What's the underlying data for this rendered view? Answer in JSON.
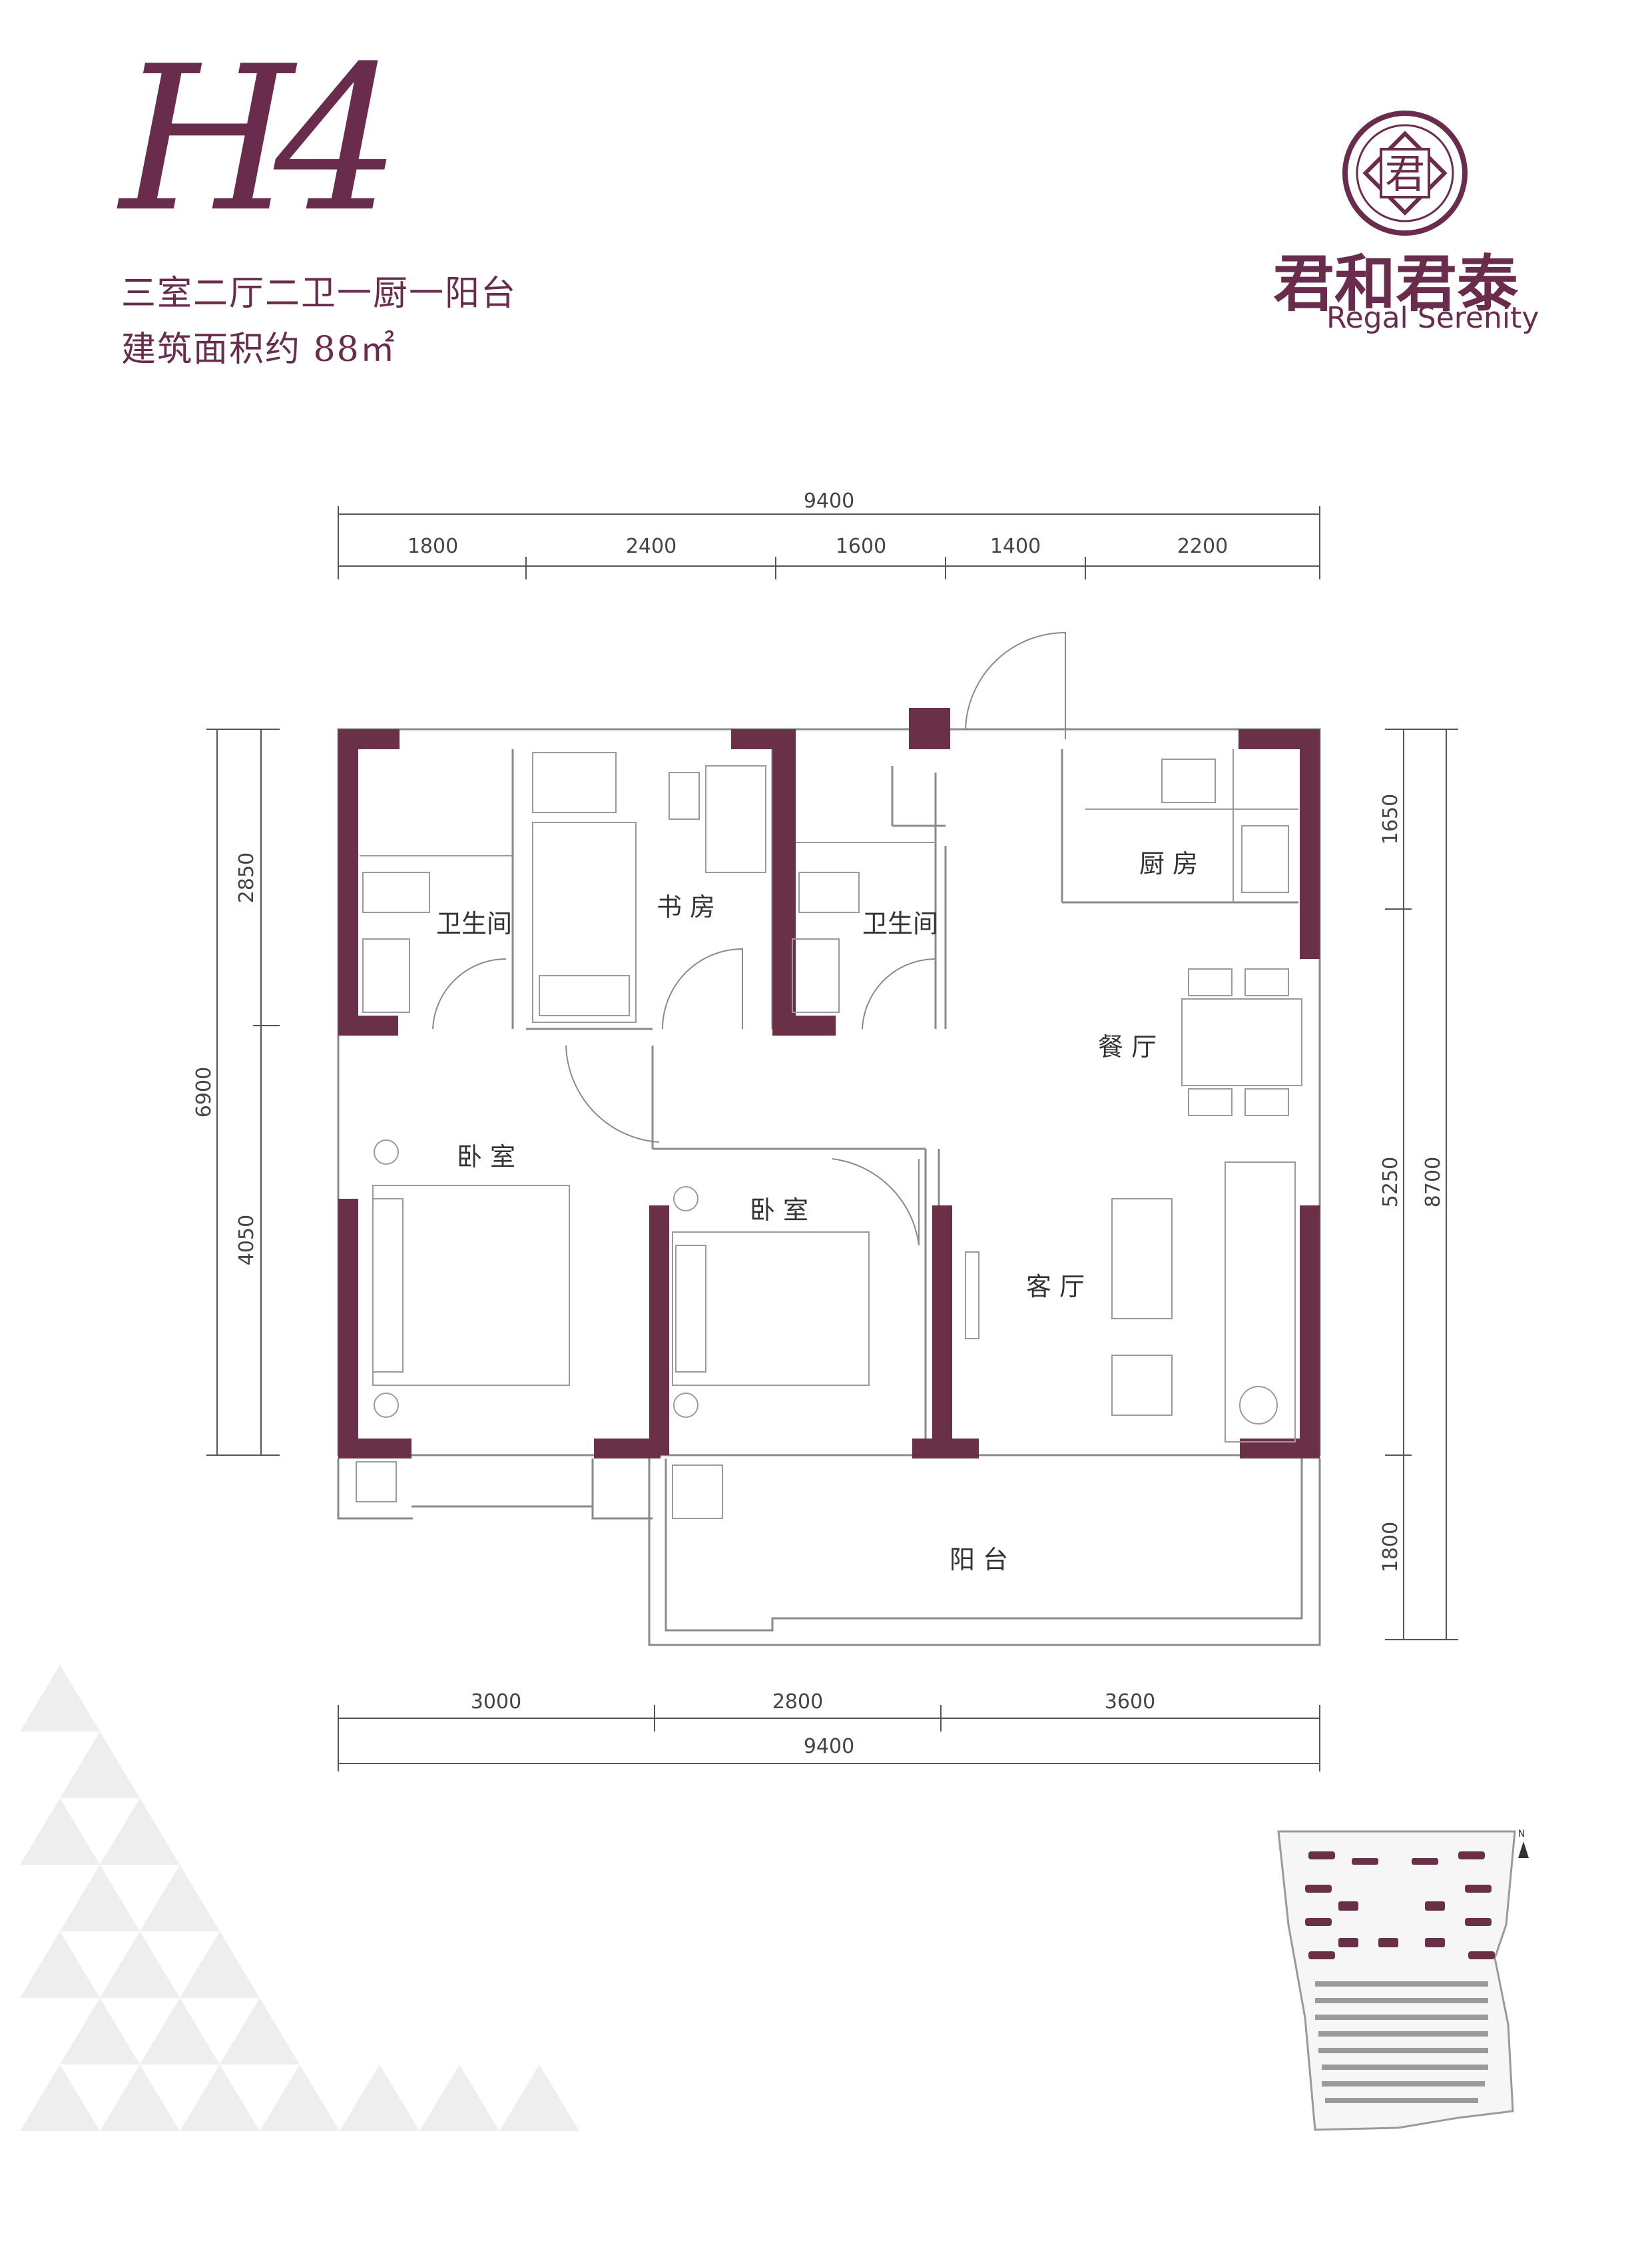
{
  "header": {
    "plan_code": "H4",
    "layout": "三室二厅二卫一厨一阳台",
    "area": "建筑面积约 88㎡"
  },
  "brand": {
    "name_cn": "君和君泰",
    "name_en": "Regal Serenity",
    "seal_char": "君",
    "logo_icon": "seal-emblem-icon"
  },
  "dimensions": {
    "top_total": "9400",
    "top_segments": [
      "1800",
      "2400",
      "1600",
      "1400",
      "2200"
    ],
    "bottom_total": "9400",
    "bottom_segments": [
      "3000",
      "2800",
      "3600"
    ],
    "left_total": "6900",
    "left_segments": [
      "2850",
      "4050"
    ],
    "right_total": "8700",
    "right_segments": [
      "1650",
      "5250",
      "1800"
    ]
  },
  "rooms": {
    "bath_left": "卫生间",
    "study": "书 房",
    "bath_right": "卫生间",
    "kitchen": "厨 房",
    "dining": "餐 厅",
    "bedroom_left": "卧 室",
    "bedroom_mid": "卧 室",
    "living": "客 厅",
    "balcony": "阳 台"
  },
  "site_plan": {
    "north_label": "N",
    "icon": "site-plan-map-icon"
  },
  "colors": {
    "brand": "#6a2c4c",
    "wall": "#6a3048",
    "line": "#8a8a8a"
  }
}
